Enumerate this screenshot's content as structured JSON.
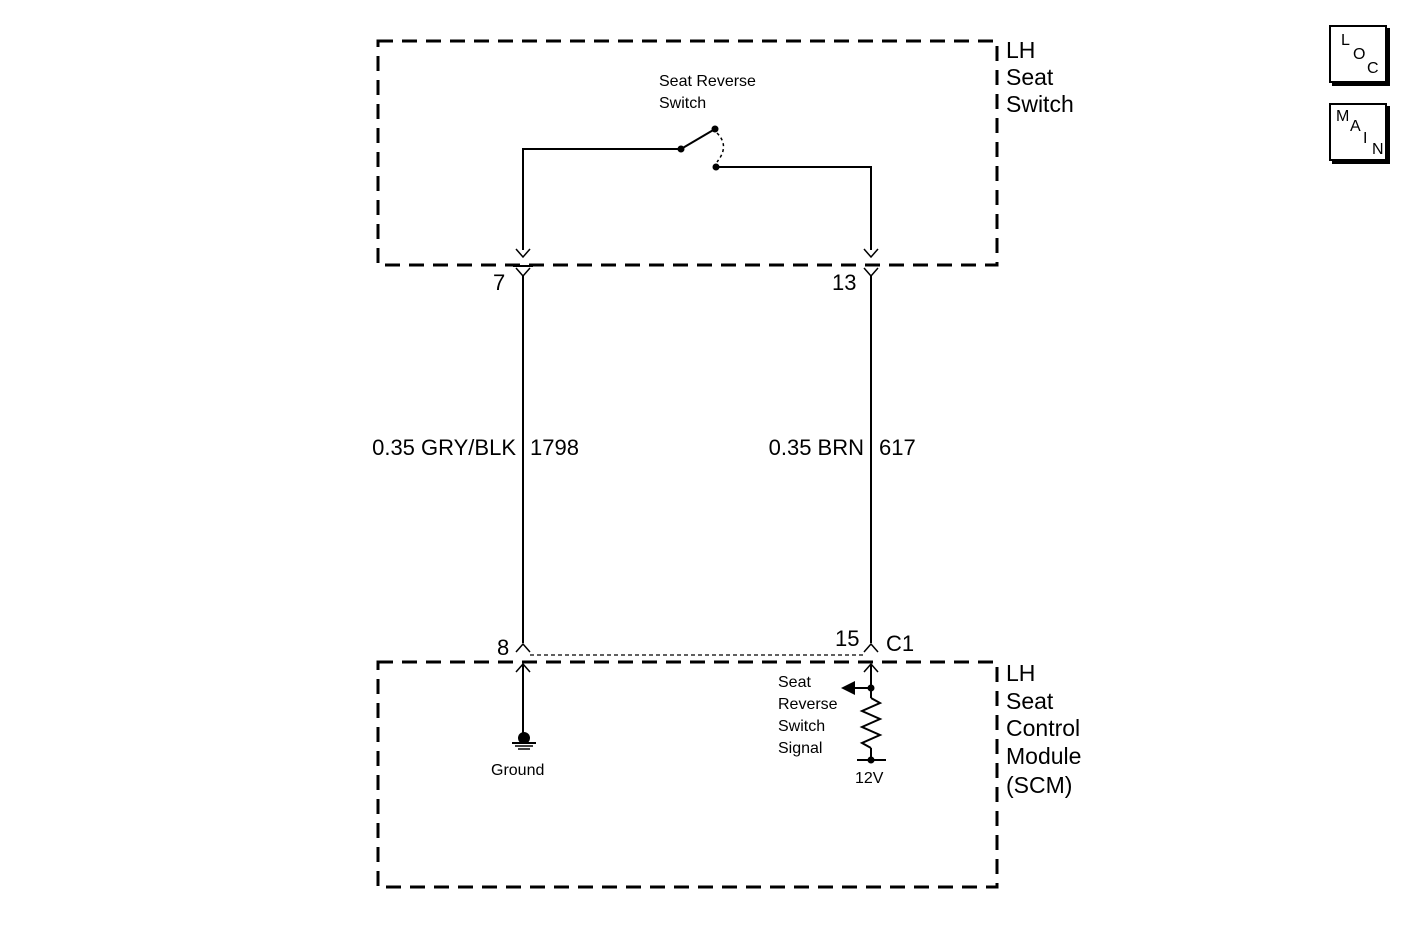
{
  "nav": {
    "loc": [
      "L",
      "O",
      "C"
    ],
    "main": [
      "M",
      "A",
      "I",
      "N"
    ]
  },
  "components": {
    "switch_box": {
      "name_lines": [
        "LH",
        "Seat",
        "Switch"
      ]
    },
    "module_box": {
      "name_lines": [
        "LH",
        "Seat",
        "Control",
        "Module",
        "(SCM)"
      ]
    },
    "seat_reverse_switch": {
      "label_lines": [
        "Seat Reverse",
        "Switch"
      ]
    },
    "ground": {
      "label": "Ground"
    },
    "signal": {
      "label_lines": [
        "Seat",
        "Reverse",
        "Switch",
        "Signal"
      ]
    },
    "supply": {
      "label": "12V"
    }
  },
  "connectors": {
    "switch_pin_left": "7",
    "switch_pin_right": "13",
    "module_pin_left": "8",
    "module_pin_right": "15",
    "module_connector": "C1"
  },
  "wires": {
    "left": {
      "spec": "0.35 GRY/BLK",
      "circuit": "1798"
    },
    "right": {
      "spec": "0.35 BRN",
      "circuit": "617"
    }
  }
}
